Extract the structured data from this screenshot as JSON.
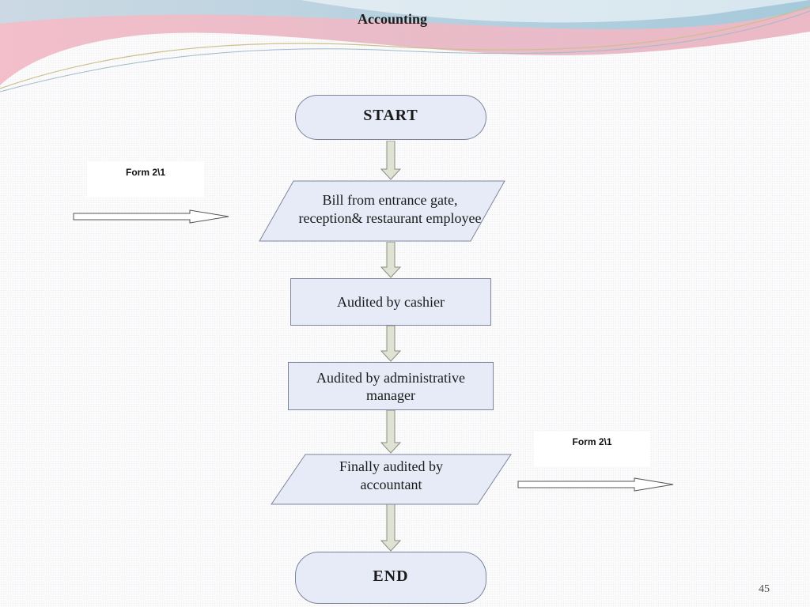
{
  "slide": {
    "title": "Accounting",
    "page_number": "45"
  },
  "flowchart": {
    "start": "START",
    "step1": "Bill from entrance gate, reception& restaurant employee",
    "step2": "Audited by cashier",
    "step3": "Audited by administrative manager",
    "step4": "Finally audited by accountant",
    "end": "END"
  },
  "side_notes": {
    "input_form": "Form 2\\1",
    "output_form": "Form 2\\1"
  },
  "colors": {
    "shape_fill": "#e7ebf7",
    "shape_border": "#7c859b",
    "arrow_fill": "#dfe3d3",
    "wave_pink": "#e9a7b6",
    "wave_blue": "#9fd3e3"
  }
}
